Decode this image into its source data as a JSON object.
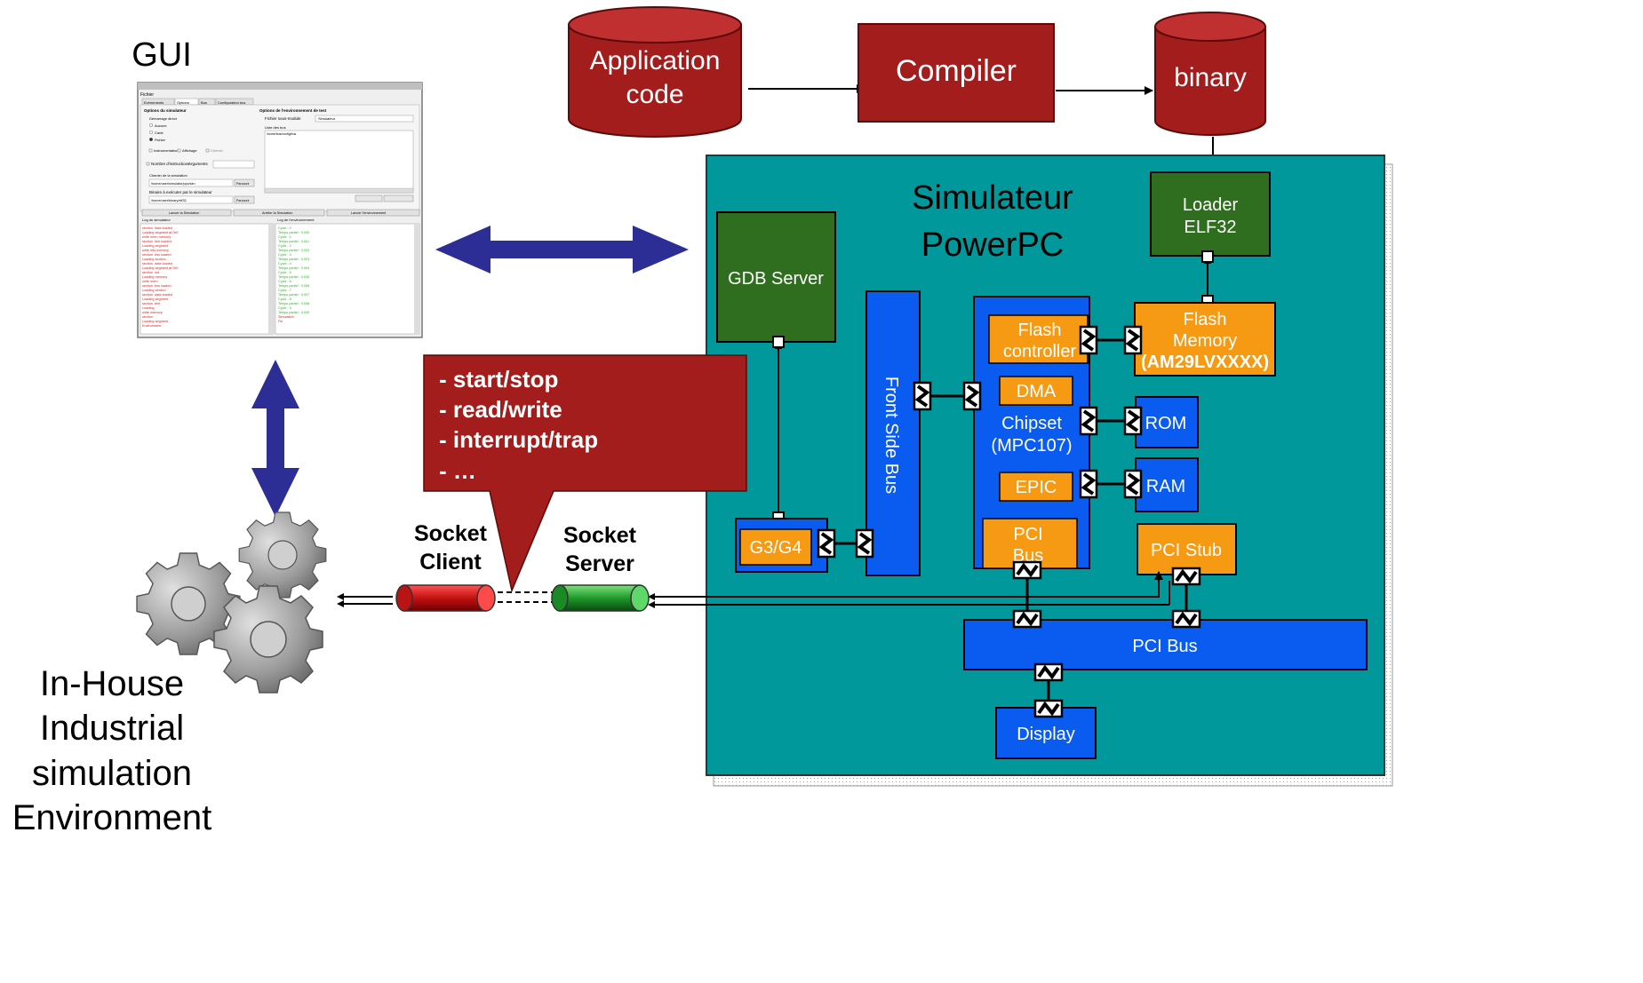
{
  "gui": {
    "title": "GUI",
    "screenshot": {
      "menu": "Fichier",
      "tabs": [
        "Evénements",
        "Options",
        "Bus",
        "Configuration bus"
      ],
      "left_section_title": "Options du simulateur",
      "right_section_title": "Options de l'environnement de test",
      "radio_group_title": "Démarrage direct",
      "radios": [
        "Aucune",
        "Carte",
        "Fichier"
      ],
      "checkboxes": [
        "Instrumentation",
        "Affichage",
        "Chemin"
      ],
      "instructions_label": "Nombre d'instructions",
      "arguments_label": "Arguments",
      "test_file_label": "Fichier sous-module",
      "test_file_value": "Simulateur",
      "bus_list_label": "Liste des bus",
      "bus_list_value": "/home/bus/config/bus",
      "sim_path_label": "Chemin de la simulation",
      "sim_path_value": "/home/user/simulator/ppc/sim",
      "execute_label": "Binaire à exécuter par le simulateur",
      "execute_value": "/home/user/binary/elf32",
      "browse_button": "Parcourir",
      "action_buttons": [
        "Lancer la Simulation",
        "Arrêter la Simulation",
        "Lancer l'environnement"
      ],
      "log_left_title": "Log du simulateur",
      "log_right_title": "Log de l'environnement",
      "log_left_lines": [
        "section .data loaded",
        "Loading segment at 0x0",
        "write mem memory",
        "section .text loaded",
        "Loading segment",
        "write into memory",
        "section .bss loaded",
        "Loading section",
        "section .data loaded",
        "Loading segment at 0x0",
        "section .init",
        "Loading memory",
        "write mem",
        "section .bss loaded",
        "Loading section",
        "section .data loaded",
        "Loading segment",
        "section .text",
        "Loading",
        "write memory",
        "section",
        "Loading segment",
        "Environment"
      ],
      "log_right_lines": [
        "Cycle : 0",
        "Temps partiel : 0.000",
        "Cycle : 1",
        "Temps partiel : 0.001",
        "Cycle : 2",
        "Temps partiel : 0.002",
        "Cycle : 3",
        "Temps partiel : 0.003",
        "Cycle : 4",
        "Temps partiel : 0.004",
        "Cycle : 5",
        "Temps partiel : 0.005",
        "Cycle : 6",
        "Temps partiel : 0.006",
        "Cycle : 7",
        "Temps partiel : 0.007",
        "Cycle : 8",
        "Temps partiel : 0.008",
        "Cycle : 9",
        "Temps partiel : 0.009",
        "Simulation",
        "Fin"
      ]
    }
  },
  "toolchain": {
    "application_code": [
      "Application",
      "code"
    ],
    "compiler": "Compiler",
    "binary": "binary"
  },
  "simulator": {
    "title": [
      "Simulateur",
      "PowerPC"
    ],
    "loader": [
      "Loader",
      "ELF32"
    ],
    "gdb_server": "GDB Server",
    "front_side_bus": "Front Side Bus",
    "flash_controller": [
      "Flash",
      "controller"
    ],
    "dma": "DMA",
    "chipset": [
      "Chipset",
      "(MPC107)"
    ],
    "epic": "EPIC",
    "pci_bus_inner": [
      "PCI",
      "Bus"
    ],
    "flash_memory": [
      "Flash",
      "Memory"
    ],
    "flash_part": "(AM29LVXXXX)",
    "rom": "ROM",
    "ram": "RAM",
    "g3g4": "G3/G4",
    "pci_stub": "PCI Stub",
    "pci_bus": "PCI Bus",
    "display": "Display"
  },
  "callout": {
    "lines": [
      "- start/stop",
      "- read/write",
      "- interrupt/trap",
      "- …"
    ]
  },
  "socket_client": [
    "Socket",
    "Client"
  ],
  "socket_server": [
    "Socket",
    "Server"
  ],
  "environment": [
    "In-House",
    "Industrial",
    "simulation",
    "Environment"
  ],
  "colors": {
    "red_box": "#a31d1d",
    "green_box": "#2e6e1e",
    "teal_panel": "#00989a",
    "blue_box": "#0a5cf0",
    "orange_box": "#f59a12",
    "arrow_blue": "#2d2d96",
    "gear_gray": "#9a9a9a"
  }
}
